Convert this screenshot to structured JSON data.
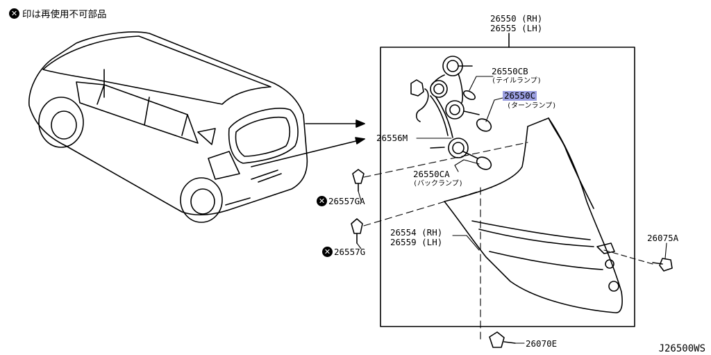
{
  "note": {
    "icon": "cross-circle-icon",
    "text": "印は再使用不可部品"
  },
  "parts": {
    "housing_rh": "26550 (RH)",
    "housing_lh": "26555 (LH)",
    "tail_bulb": "26550CB",
    "tail_bulb_sub": "(テイルランプ)",
    "turn_bulb": "26550C",
    "turn_bulb_sub": "(ターンランプ)",
    "harness": "26556M",
    "back_bulb": "26550CA",
    "back_bulb_sub": "(バックランプ)",
    "clip_upper": "26557GA",
    "clip_lower": "26557G",
    "lens_rh": "26554 (RH)",
    "lens_lh": "26559 (LH)",
    "bolt": "26075A",
    "rivet": "26070E"
  },
  "diagram_code": "J26500WS",
  "highlight_color": "#9a9ee0"
}
